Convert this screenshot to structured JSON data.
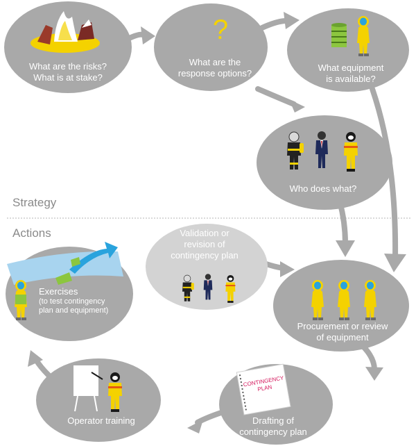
{
  "sections": {
    "strategy": "Strategy",
    "actions": "Actions"
  },
  "nodes": {
    "risks": [
      "What are the risks?",
      "What is at stake?"
    ],
    "response": [
      "What are the",
      "response options?"
    ],
    "equipment": [
      "What equipment",
      "is available?"
    ],
    "who": [
      "Who does what?"
    ],
    "validation": [
      "Validation or",
      "revision of",
      "contingency plan"
    ],
    "procurement": [
      "Procurement or review",
      "of equipment"
    ],
    "drafting": [
      "Drafting of",
      "contingency plan"
    ],
    "training": [
      "Operator training"
    ],
    "exercises": [
      "Exercises"
    ],
    "exercises_note": [
      "(to test contingency",
      "plan and equipment)"
    ]
  },
  "icons": {
    "question_mark": "?",
    "booklet_text": [
      "CONTINGENCY",
      "PLAN"
    ]
  },
  "colors": {
    "bubble": "#a9a9a9",
    "validation_bubble": "#d3d3d3",
    "water": "#a8d4ef",
    "suit_yellow": "#f4d200",
    "accent_blue": "#29a3dd",
    "barrel_green": "#8cc63f",
    "section_text": "#8a8a8a"
  }
}
